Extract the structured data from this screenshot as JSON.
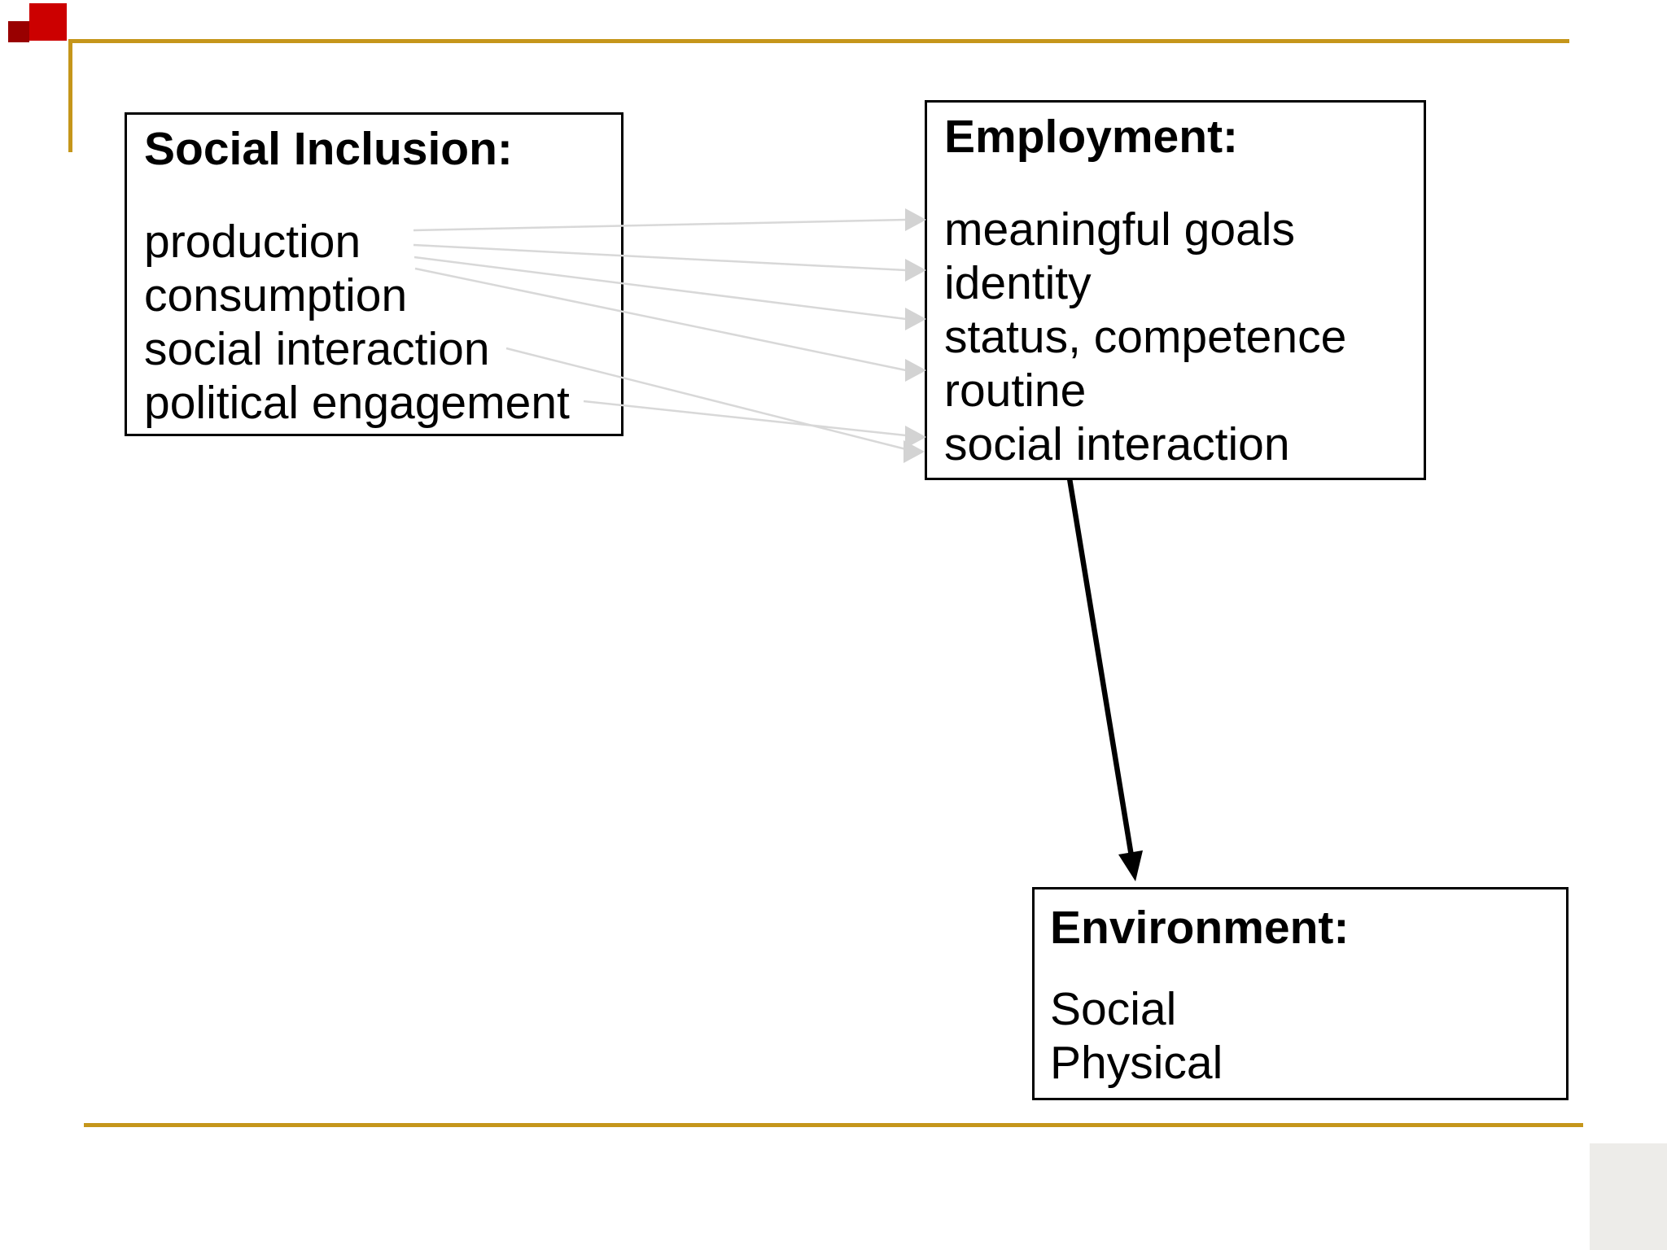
{
  "slide": {
    "background_color": "#ffffff",
    "accent_gold": "#C5961B",
    "connector_gray": "#D8D8D8",
    "arrowhead_gray": "#D3D3D3",
    "black": "#000000",
    "red_square_large_color": "#CC0000",
    "red_square_small_color": "#990000",
    "corner_shade_color": "#EDECE9"
  },
  "boxes": {
    "social_inclusion": {
      "title": "Social Inclusion:",
      "items": [
        "production",
        "consumption",
        "social interaction",
        "political engagement"
      ]
    },
    "employment": {
      "title": "Employment:",
      "items": [
        "meaningful goals",
        "identity",
        "status, competence",
        "routine",
        "social interaction"
      ]
    },
    "environment": {
      "title": "Environment:",
      "items": [
        "Social",
        "Physical"
      ]
    }
  },
  "connections": [
    {
      "from": "production",
      "to": "meaningful goals",
      "style": "light-gray"
    },
    {
      "from": "production",
      "to": "identity",
      "style": "light-gray"
    },
    {
      "from": "production",
      "to": "status, competence",
      "style": "light-gray"
    },
    {
      "from": "production",
      "to": "routine",
      "style": "light-gray"
    },
    {
      "from": "political engagement",
      "to": "social interaction",
      "style": "light-gray"
    },
    {
      "from": "social interaction",
      "to": "social interaction",
      "style": "light-gray"
    },
    {
      "from": "Employment",
      "to": "Environment",
      "style": "black"
    }
  ]
}
